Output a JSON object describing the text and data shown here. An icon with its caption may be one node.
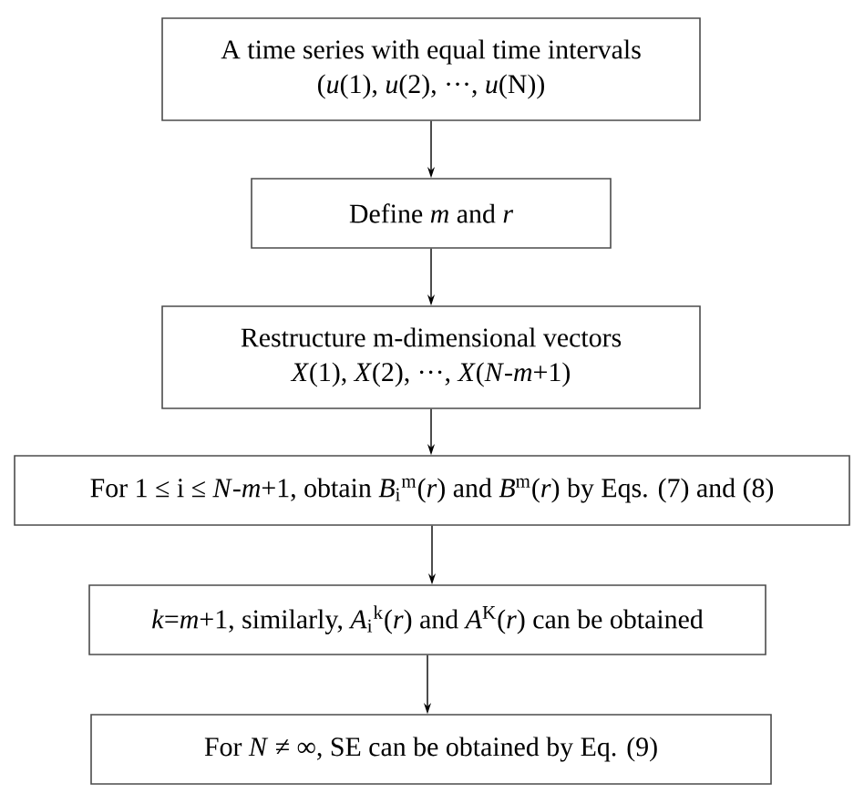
{
  "diagram": {
    "nodes": [
      {
        "text": [
          "A time series with equal time intervals",
          "(*u*(1), *u*(2), ···, *u*(N))"
        ]
      },
      {
        "text": [
          "Define *m* and *r*"
        ]
      },
      {
        "text": [
          "Restructure m-dimensional vectors",
          "*X*(1), *X*(2), ···, *X*(*N*-*m*+1)"
        ]
      },
      {
        "text": [
          "For 1 ≤ i ≤ *N*-*m*+1, obtain *B*$_{i}$$^{m}$(*r*) and *B*$^{m}$(*r*) by Eqs. (7) and (8)"
        ]
      },
      {
        "text": [
          "*k*=*m*+1, similarly, *A*$_{i}$$^{k}$(*r*) and *A*$^{K}$(*r*) can be obtained"
        ]
      },
      {
        "text": [
          "For *N* ≠ ∞, SE can be obtained by Eq. (9)"
        ]
      }
    ],
    "edges": [
      {
        "from": 0,
        "to": 1,
        "arrow": "to"
      },
      {
        "from": 1,
        "to": 2,
        "arrow": "to"
      },
      {
        "from": 2,
        "to": 3,
        "arrow": "to"
      },
      {
        "from": 3,
        "to": 4,
        "arrow": "to"
      },
      {
        "from": 4,
        "to": 5,
        "arrow": "to"
      }
    ]
  }
}
